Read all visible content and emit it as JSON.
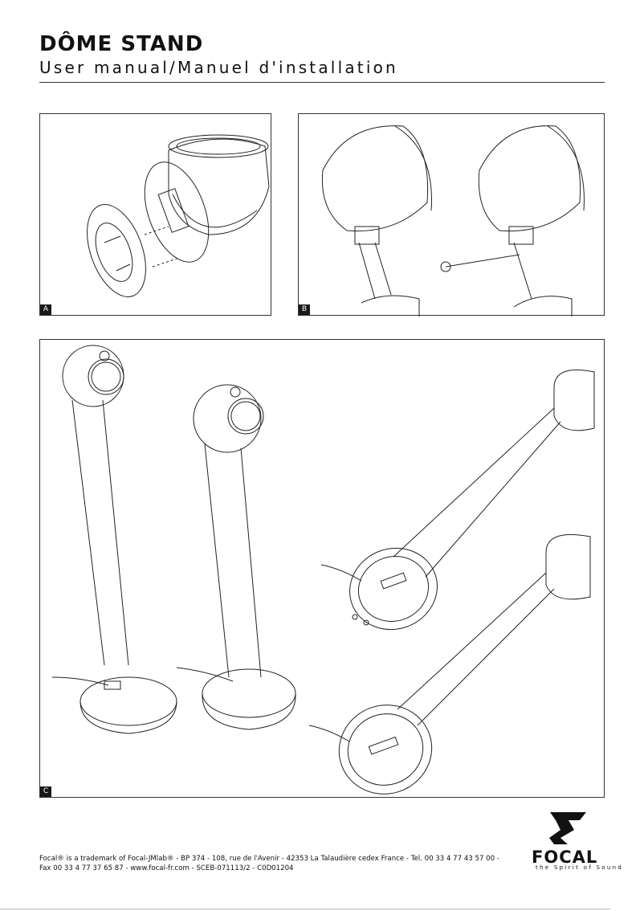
{
  "header": {
    "title": "DÔME STAND",
    "subtitle": "User manual/Manuel d'installation"
  },
  "panels": {
    "a": {
      "label": "A"
    },
    "b": {
      "label": "B"
    },
    "c": {
      "label": "C"
    }
  },
  "footer": {
    "line1": "Focal® is a trademark of Focal-JMlab® - BP 374 - 108, rue de l'Avenir - 42353 La Talaudière cedex France - Tel. 00 33 4 77 43 57 00 -",
    "line2": "Fax 00 33 4 77 37 65 87 - www.focal-fr.com - SCEB-071113/2 - C0D01204"
  },
  "brand": {
    "name": "FOCAL",
    "tagline": "the Spirit of Sound"
  }
}
